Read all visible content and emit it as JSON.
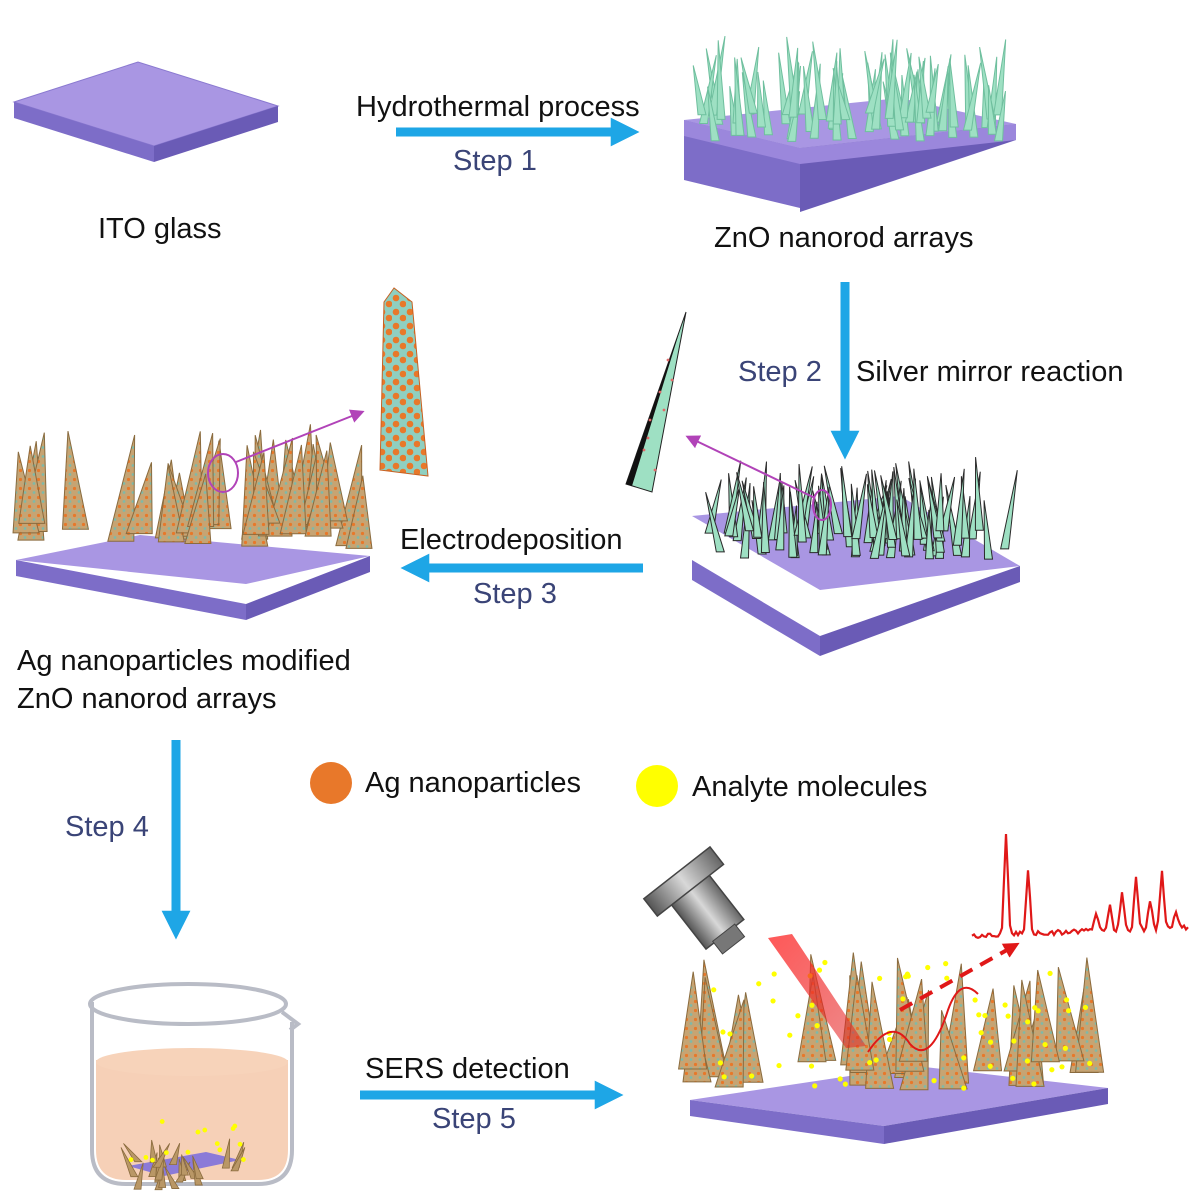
{
  "colors": {
    "substrate_top": "#a996e3",
    "substrate_side": "#7d6dc8",
    "zno_rod": "#9ee0c3",
    "zno_rod_shade": "#6fbf9e",
    "ag_rod": "#c6a473",
    "ag_particle": "#e8782a",
    "analyte": "#ffff00",
    "arrow_blue": "#1ea6e6",
    "zoom_arrow": "#b143b8",
    "laser": "#e02020",
    "spectrum": "#e01818",
    "liquid": "#f5c8aa",
    "step_text": "#3a4477"
  },
  "labels": {
    "ito_glass": "ITO glass",
    "zno_arrays": "ZnO nanorod arrays",
    "ag_modified_line1": "Ag nanoparticles modified",
    "ag_modified_line2": "ZnO nanorod arrays"
  },
  "steps": {
    "step1": {
      "process": "Hydrothermal process",
      "label": "Step 1"
    },
    "step2": {
      "process": "Silver mirror reaction",
      "label": "Step 2"
    },
    "step3": {
      "process": "Electrodeposition",
      "label": "Step 3"
    },
    "step4": {
      "label": "Step 4"
    },
    "step5": {
      "process": "SERS detection",
      "label": "Step 5"
    }
  },
  "legend": [
    {
      "name": "Ag nanoparticles",
      "color": "#e8782a"
    },
    {
      "name": "Analyte molecules",
      "color": "#ffff00"
    }
  ]
}
